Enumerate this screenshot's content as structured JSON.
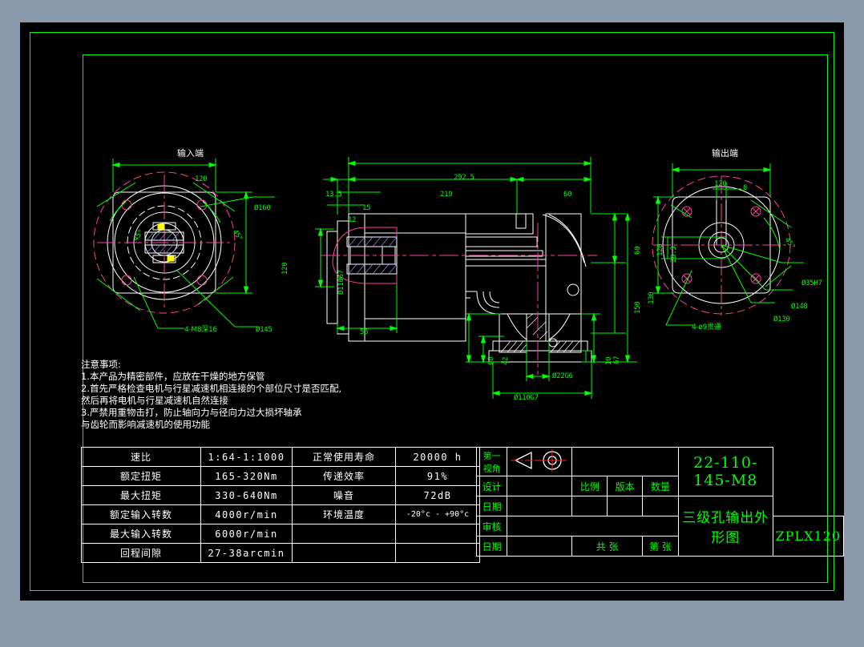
{
  "page": {
    "background_color": "#8b99ad",
    "canvas_color": "#000000",
    "border_color": "#00ff00",
    "line_color": "#ffffff",
    "centerline_color": "#ff3ea0",
    "dimension_color": "#00ff00"
  },
  "views": {
    "input_end": {
      "title": "输入端",
      "dimensions": {
        "width_top": "120",
        "height_right": "120",
        "bolt_circle": "Ø160",
        "pilot": "Ø145",
        "angle_left": "45°",
        "angle_right": "45°",
        "holes": "4-M8深16"
      }
    },
    "section_view": {
      "dimensions": {
        "overall_length": "292.5",
        "flange_thickness": "13.5",
        "body_length": "219",
        "output_length": "60",
        "step_a": "15",
        "step_b": "12",
        "input_bore": "Ø110G7",
        "foot_offset": "55",
        "foot_height": "60",
        "foot_inner": "42",
        "pad_height": "67",
        "pad_thickness": "10",
        "shaft_dia": "Ø22G6",
        "register_dia": "Ø110G7",
        "height_60": "60",
        "height_150": "150",
        "height_130": "130"
      }
    },
    "output_end": {
      "title": "输出端",
      "dimensions": {
        "width_top": "120",
        "key_width": "8",
        "height_left": "120",
        "key_depth": "28.3",
        "shaft_bore": "Ø35H7",
        "bolt_circle": "Ø148",
        "pilot": "Ø130",
        "angle": "45°",
        "holes": "4-ø9贯通"
      }
    }
  },
  "notes": {
    "heading": "注意事项:",
    "lines": [
      "1.本产品为精密部件，应放在干燥的地方保管",
      "2.首先严格检查电机与行星减速机相连接的个部位尺寸是否匹配,",
      "然后再将电机与行星减速机自然连接",
      "3.严禁用重物击打，防止轴向力与径向力过大损坏轴承",
      "与齿轮而影响减速机的使用功能"
    ]
  },
  "spec_table": {
    "rows": [
      {
        "label1": "速比",
        "value1": "1:64-1:1000",
        "label2": "正常使用寿命",
        "value2": "20000 h"
      },
      {
        "label1": "额定扭矩",
        "value1": "165-320Nm",
        "label2": "传递效率",
        "value2": "91%"
      },
      {
        "label1": "最大扭矩",
        "value1": "330-640Nm",
        "label2": "噪音",
        "value2": "72dB"
      },
      {
        "label1": "额定输入转数",
        "value1": "4000r/min",
        "label2": "环境温度",
        "value2": "-20°c - +90°c"
      },
      {
        "label1": "最大输入转数",
        "value1": "6000r/min",
        "label2": "",
        "value2": ""
      },
      {
        "label1": "回程间隙",
        "value1": "27-38arcmin",
        "label2": "",
        "value2": ""
      }
    ]
  },
  "title_block": {
    "projection_label": "第一视角",
    "design_label": "设计",
    "date_label_1": "日期",
    "check_label": "审核",
    "date_label_2": "日期",
    "scale_label": "比例",
    "version_label": "版本",
    "quantity_label": "数量",
    "sheet_total_label": "共    张",
    "sheet_no_label": "第    张",
    "part_number": "22-110-145-M8",
    "drawing_name": "三级孔输出外形图",
    "model_code": "ZPLX120"
  }
}
